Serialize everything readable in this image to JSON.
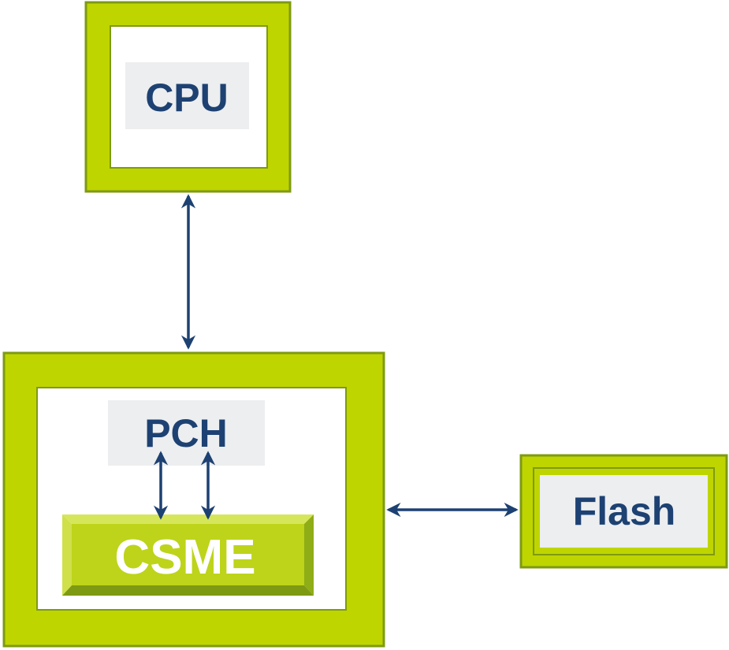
{
  "colors": {
    "frame_fill": "#bfd500",
    "frame_border": "#7e9a12",
    "inner_fill": "#ffffff",
    "label_panel": "#eceef0",
    "label_text": "#1d4172",
    "arrow": "#1d4172",
    "chip_fill": "#bdd41a",
    "chip_light": "#d6e65a",
    "chip_dark": "#7e9a12",
    "chip_text": "#ffffff"
  },
  "diagram": {
    "nodes": {
      "cpu": {
        "label": "CPU"
      },
      "pch": {
        "label": "PCH"
      },
      "csme": {
        "label": "CSME"
      },
      "flash": {
        "label": "Flash"
      }
    },
    "connections": [
      {
        "from": "cpu",
        "to": "pch",
        "direction": "bidirectional"
      },
      {
        "from": "pch",
        "to": "csme",
        "direction": "bidirectional"
      },
      {
        "from": "pch",
        "to": "csme",
        "direction": "bidirectional"
      },
      {
        "from": "pch",
        "to": "flash",
        "direction": "bidirectional"
      }
    ]
  }
}
